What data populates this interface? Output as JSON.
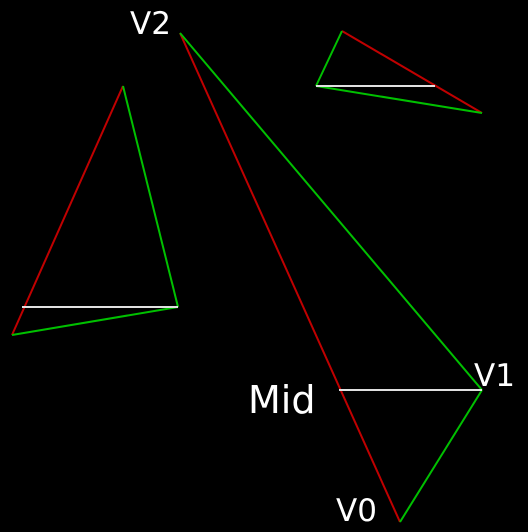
{
  "labels": {
    "v2": "V2",
    "v1": "V1",
    "mid": "Mid",
    "v0": "V0"
  },
  "colors": {
    "background": "#000000",
    "long_edge": "#c00000",
    "short_edges": "#00c000",
    "split_line": "#e0e0e0",
    "label_text": "#ffffff"
  }
}
